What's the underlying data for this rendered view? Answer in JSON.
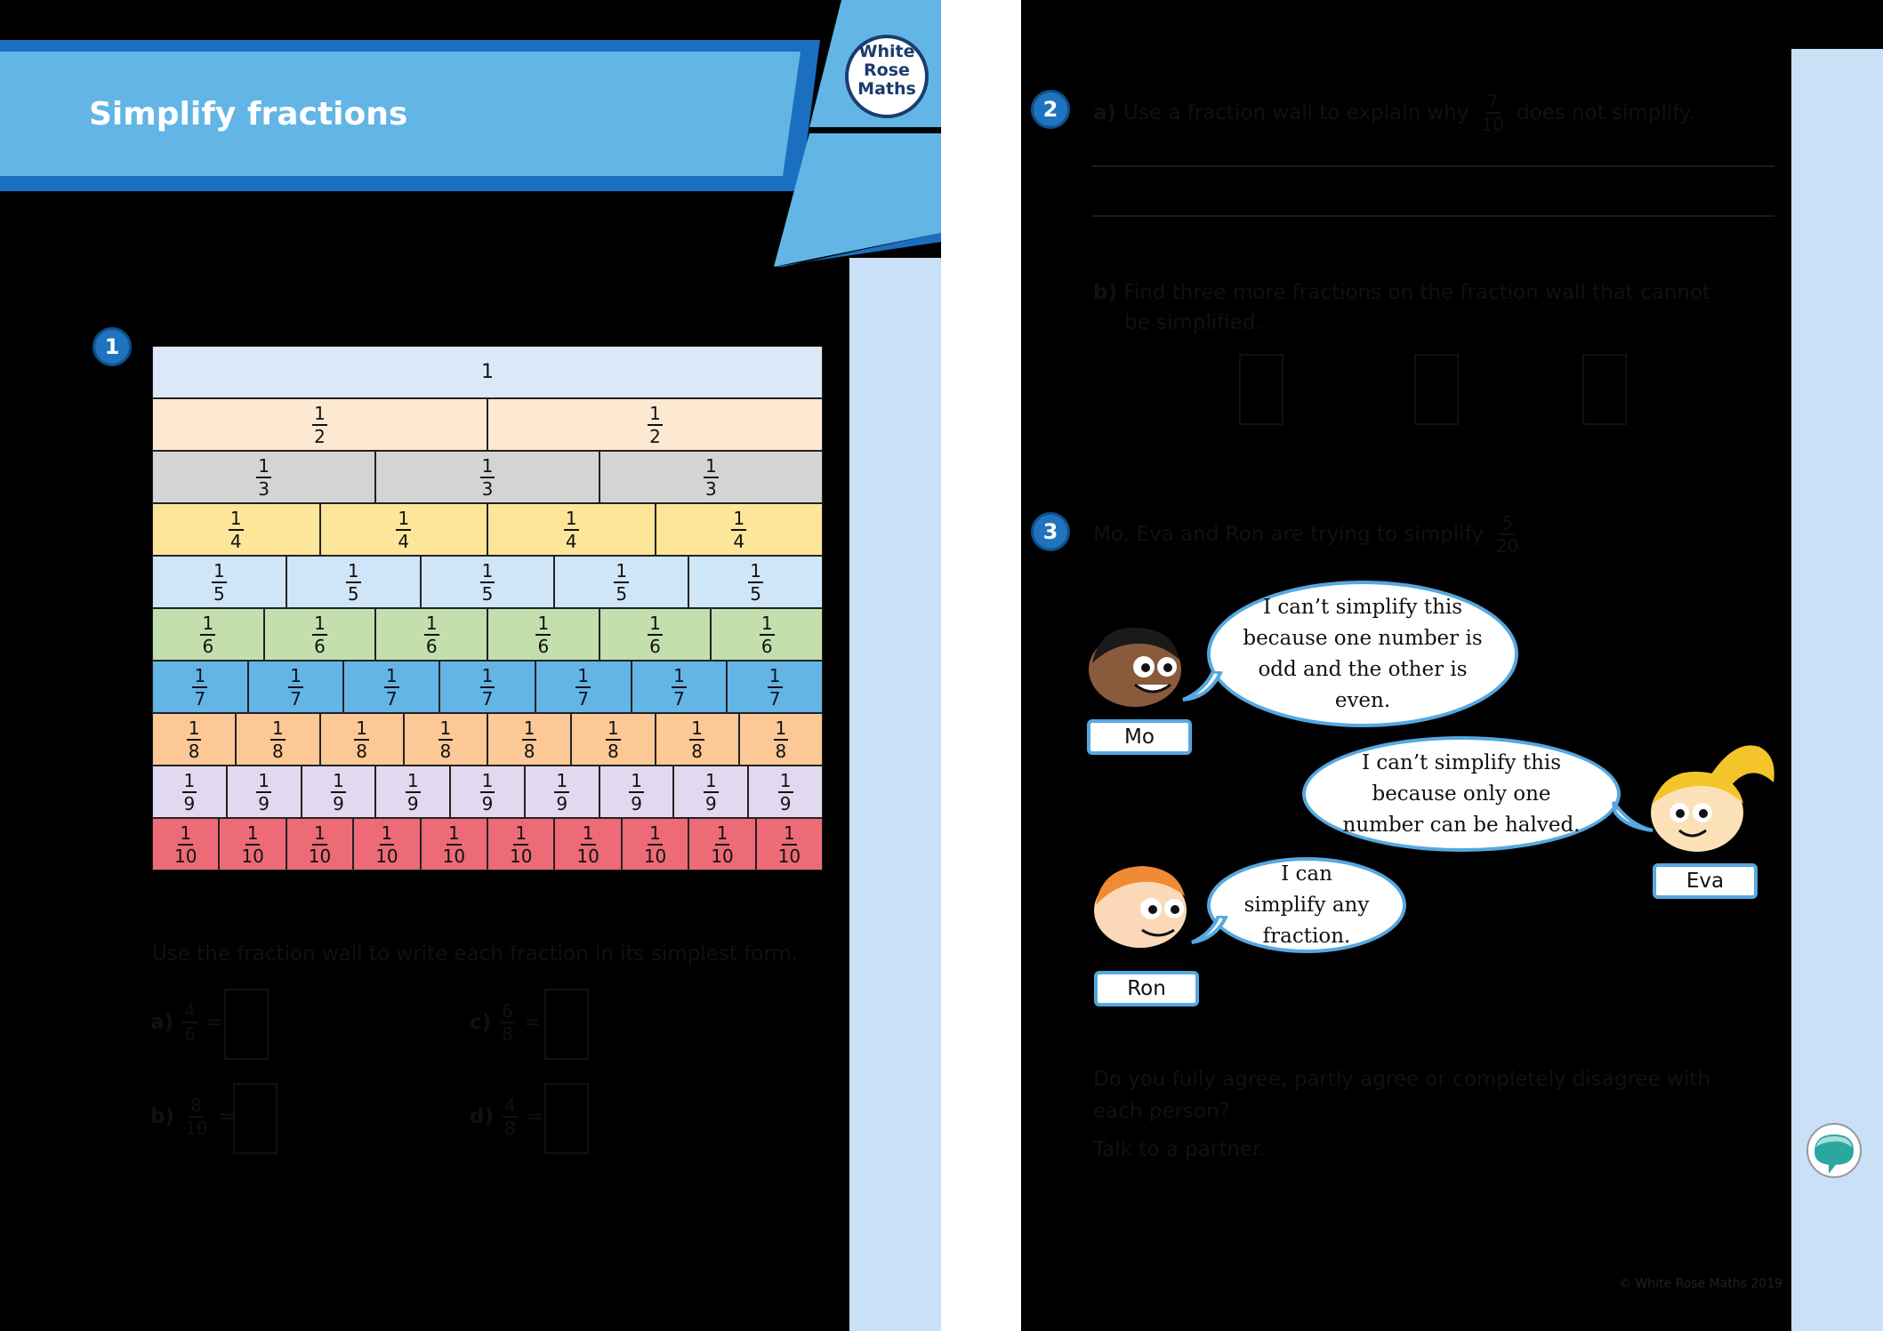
{
  "header": {
    "title": "Simplify fractions",
    "logo_lines": [
      "White",
      "Rose",
      "Maths"
    ]
  },
  "colors": {
    "brand_blue": "#62b5e5",
    "dark_blue": "#1a6fc0",
    "strip": "#c9e0f7",
    "bubble_border": "#55a8e0"
  },
  "q1": {
    "number": "1",
    "instruction": "Use the fraction wall to write each fraction in its simplest form.",
    "wall_rows": [
      {
        "denominator": 1,
        "color": "#dbe8f8"
      },
      {
        "denominator": 2,
        "color": "#fde9d2"
      },
      {
        "denominator": 3,
        "color": "#d4d4d4"
      },
      {
        "denominator": 4,
        "color": "#fde59a"
      },
      {
        "denominator": 5,
        "color": "#cfe6f9"
      },
      {
        "denominator": 6,
        "color": "#c3dfae"
      },
      {
        "denominator": 7,
        "color": "#62b5e5"
      },
      {
        "denominator": 8,
        "color": "#fcc896"
      },
      {
        "denominator": 9,
        "color": "#e1d9ef"
      },
      {
        "denominator": 10,
        "color": "#ec6b76"
      }
    ],
    "wall_whole_label": "1",
    "parts": [
      {
        "label": "a)",
        "num": "4",
        "den": "6",
        "eq": "="
      },
      {
        "label": "b)",
        "num": "8",
        "den": "10",
        "eq": "="
      },
      {
        "label": "c)",
        "num": "6",
        "den": "8",
        "eq": "="
      },
      {
        "label": "d)",
        "num": "4",
        "den": "8",
        "eq": "="
      }
    ]
  },
  "q2": {
    "number": "2",
    "a_label": "a)",
    "a_text_before": "Use a fraction wall to explain why",
    "a_num": "7",
    "a_den": "10",
    "a_text_after": "does not simplify.",
    "b_label": "b)",
    "b_text_line1": "Find three more fractions on the fraction wall that cannot",
    "b_text_line2": "be simplified."
  },
  "q3": {
    "number": "3",
    "intro": "Mo, Eva and Ron are trying to simplify",
    "intro_num": "5",
    "intro_den": "20",
    "characters": [
      {
        "name": "Mo",
        "speech": "I can’t simplify this because one number is odd and the other is even."
      },
      {
        "name": "Eva",
        "speech": "I can’t simplify this because only one number can be halved."
      },
      {
        "name": "Ron",
        "speech": "I can simplify any fraction."
      }
    ],
    "question_line1": "Do you fully agree, partly agree or completely disagree with",
    "question_line2": "each person?",
    "talk": "Talk to a partner."
  },
  "footer": {
    "copyright": "© White Rose Maths 2019"
  },
  "icons": {
    "talk": "speech-bubble-icon"
  }
}
